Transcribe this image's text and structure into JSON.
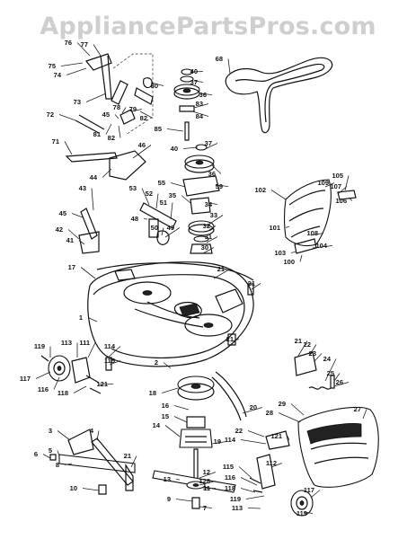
{
  "watermark": "AppliancePartsPros.com",
  "callouts": [
    {
      "id": "c76",
      "text": "76"
    },
    {
      "id": "c77",
      "text": "77"
    },
    {
      "id": "c75",
      "text": "75"
    },
    {
      "id": "c74",
      "text": "74"
    },
    {
      "id": "c73",
      "text": "73"
    },
    {
      "id": "c72",
      "text": "72"
    },
    {
      "id": "c71",
      "text": "71"
    },
    {
      "id": "c80",
      "text": "80"
    },
    {
      "id": "c79",
      "text": "79"
    },
    {
      "id": "c78",
      "text": "78"
    },
    {
      "id": "c45a",
      "text": "45"
    },
    {
      "id": "c82a",
      "text": "82"
    },
    {
      "id": "c81",
      "text": "81"
    },
    {
      "id": "c82b",
      "text": "82"
    },
    {
      "id": "c40a",
      "text": "40"
    },
    {
      "id": "c37a",
      "text": "37"
    },
    {
      "id": "c36a",
      "text": "36"
    },
    {
      "id": "c83",
      "text": "83"
    },
    {
      "id": "c84",
      "text": "84"
    },
    {
      "id": "c85",
      "text": "85"
    },
    {
      "id": "c68",
      "text": "68"
    },
    {
      "id": "c40b",
      "text": "40"
    },
    {
      "id": "c37b",
      "text": "37"
    },
    {
      "id": "c36b",
      "text": "36"
    },
    {
      "id": "c46",
      "text": "46"
    },
    {
      "id": "c44",
      "text": "44"
    },
    {
      "id": "c55",
      "text": "55"
    },
    {
      "id": "c59",
      "text": "59"
    },
    {
      "id": "c35",
      "text": "35"
    },
    {
      "id": "c34",
      "text": "34"
    },
    {
      "id": "c53",
      "text": "53"
    },
    {
      "id": "c52",
      "text": "52"
    },
    {
      "id": "c51",
      "text": "51"
    },
    {
      "id": "c48",
      "text": "48"
    },
    {
      "id": "c33",
      "text": "33"
    },
    {
      "id": "c32",
      "text": "32"
    },
    {
      "id": "c50",
      "text": "50"
    },
    {
      "id": "c49",
      "text": "49"
    },
    {
      "id": "c31",
      "text": "31"
    },
    {
      "id": "c30",
      "text": "30"
    },
    {
      "id": "c43",
      "text": "43"
    },
    {
      "id": "c45b",
      "text": "45"
    },
    {
      "id": "c42",
      "text": "42"
    },
    {
      "id": "c41",
      "text": "41"
    },
    {
      "id": "c17",
      "text": "17"
    },
    {
      "id": "c21a",
      "text": "21"
    },
    {
      "id": "c21b",
      "text": "21"
    },
    {
      "id": "c1",
      "text": "1"
    },
    {
      "id": "c21c",
      "text": "21"
    },
    {
      "id": "c102",
      "text": "102"
    },
    {
      "id": "c109",
      "text": "109"
    },
    {
      "id": "c105",
      "text": "105"
    },
    {
      "id": "c107",
      "text": "107"
    },
    {
      "id": "c106",
      "text": "106"
    },
    {
      "id": "c101",
      "text": "101"
    },
    {
      "id": "c108",
      "text": "108"
    },
    {
      "id": "c104",
      "text": "104"
    },
    {
      "id": "c103",
      "text": "103"
    },
    {
      "id": "c100",
      "text": "100"
    },
    {
      "id": "c119a",
      "text": "119"
    },
    {
      "id": "c113a",
      "text": "113"
    },
    {
      "id": "c111",
      "text": "111"
    },
    {
      "id": "c114a",
      "text": "114"
    },
    {
      "id": "c115a",
      "text": "115"
    },
    {
      "id": "c117a",
      "text": "117"
    },
    {
      "id": "c116a",
      "text": "116"
    },
    {
      "id": "c121a",
      "text": "121"
    },
    {
      "id": "c118a",
      "text": "118"
    },
    {
      "id": "c2",
      "text": "2"
    },
    {
      "id": "c18",
      "text": "18"
    },
    {
      "id": "c16",
      "text": "16"
    },
    {
      "id": "c15",
      "text": "15"
    },
    {
      "id": "c14",
      "text": "14"
    },
    {
      "id": "c20",
      "text": "20"
    },
    {
      "id": "c19",
      "text": "19"
    },
    {
      "id": "c21d",
      "text": "21"
    },
    {
      "id": "c22a",
      "text": "22"
    },
    {
      "id": "c23",
      "text": "23"
    },
    {
      "id": "c24",
      "text": "24"
    },
    {
      "id": "c25",
      "text": "25"
    },
    {
      "id": "c26",
      "text": "26"
    },
    {
      "id": "c27",
      "text": "27"
    },
    {
      "id": "c28",
      "text": "28"
    },
    {
      "id": "c29",
      "text": "29"
    },
    {
      "id": "c22b",
      "text": "22"
    },
    {
      "id": "c114b",
      "text": "114"
    },
    {
      "id": "c121b",
      "text": "121"
    },
    {
      "id": "c3",
      "text": "3"
    },
    {
      "id": "c4",
      "text": "4"
    },
    {
      "id": "c5",
      "text": "5"
    },
    {
      "id": "c6",
      "text": "6"
    },
    {
      "id": "c8",
      "text": "8"
    },
    {
      "id": "c21e",
      "text": "21"
    },
    {
      "id": "c10",
      "text": "10"
    },
    {
      "id": "c11",
      "text": "11"
    },
    {
      "id": "c12",
      "text": "12"
    },
    {
      "id": "c128",
      "text": "128"
    },
    {
      "id": "c13",
      "text": "13"
    },
    {
      "id": "c9",
      "text": "9"
    },
    {
      "id": "c7",
      "text": "7"
    },
    {
      "id": "c115b",
      "text": "115"
    },
    {
      "id": "c112",
      "text": "112"
    },
    {
      "id": "c116b",
      "text": "116"
    },
    {
      "id": "c118b",
      "text": "118"
    },
    {
      "id": "c119b",
      "text": "119"
    },
    {
      "id": "c117b",
      "text": "117"
    },
    {
      "id": "c113b",
      "text": "113"
    },
    {
      "id": "c119c",
      "text": "119"
    }
  ]
}
